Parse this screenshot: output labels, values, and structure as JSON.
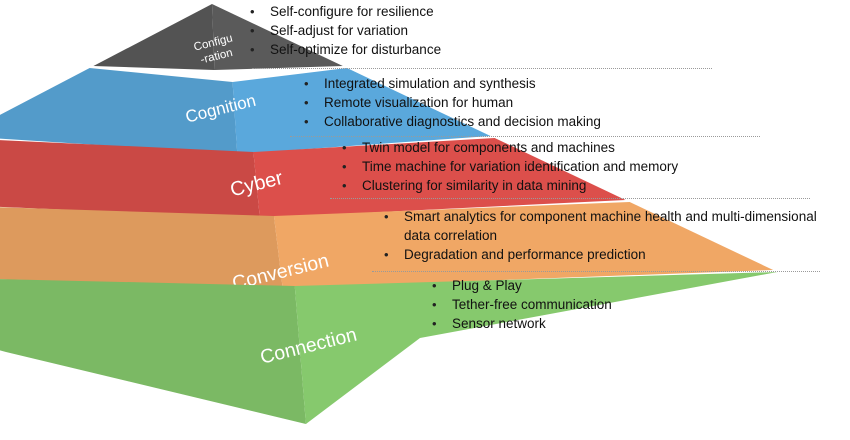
{
  "colors": {
    "configuration": "#5a5a5a",
    "cognition": "#5aa8dc",
    "cyber": "#dc4f4b",
    "conversion": "#f0a765",
    "connection": "#86c96d"
  },
  "layers": [
    {
      "key": "configuration",
      "label_lines": [
        "Configu",
        "-ration"
      ],
      "bullets": [
        "Self-configure for resilience",
        "Self-adjust for variation",
        "Self-optimize for disturbance"
      ]
    },
    {
      "key": "cognition",
      "label_lines": [
        "Cognition"
      ],
      "bullets": [
        "Integrated simulation and synthesis",
        "Remote visualization for human",
        "Collaborative diagnostics and decision making"
      ]
    },
    {
      "key": "cyber",
      "label_lines": [
        "Cyber"
      ],
      "bullets": [
        "Twin model for components and machines",
        "Time machine for variation identification and memory",
        "Clustering for similarity in data mining"
      ]
    },
    {
      "key": "conversion",
      "label_lines": [
        "Conversion"
      ],
      "bullets": [
        "Smart analytics for component machine health and multi-dimensional data correlation",
        "Degradation and performance prediction"
      ]
    },
    {
      "key": "connection",
      "label_lines": [
        "Connection"
      ],
      "bullets": [
        "Plug & Play",
        "Tether-free communication",
        "Sensor network"
      ]
    }
  ]
}
